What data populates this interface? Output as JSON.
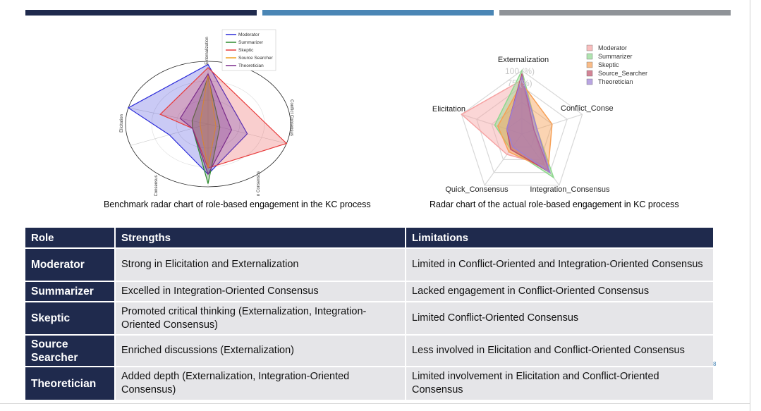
{
  "colors": {
    "navy": "#1f2a4d",
    "steel_blue": "#4a86b5",
    "gray": "#8f9398"
  },
  "charts": {
    "chart_data": [
      {
        "type": "radar",
        "axes": [
          "Externalization",
          "Conflict Consensus",
          "Integration Consensus",
          "Quick Consensus",
          "Elicitation"
        ],
        "series": [
          {
            "name": "Moderator",
            "color": "#2b2bd9",
            "values": [
              95,
              50,
              80,
              50,
              100
            ]
          },
          {
            "name": "Summarizer",
            "color": "#2e8b2e",
            "values": [
              75,
              15,
              95,
              20,
              20
            ]
          },
          {
            "name": "Skeptic",
            "color": "#e83a3a",
            "values": [
              90,
              100,
              70,
              20,
              60
            ]
          },
          {
            "name": "Source Searcher",
            "color": "#f0a020",
            "values": [
              80,
              10,
              70,
              10,
              10
            ]
          },
          {
            "name": "Theoretician",
            "color": "#7a2a8a",
            "values": [
              80,
              30,
              80,
              20,
              35
            ]
          }
        ],
        "fill_alpha": 0.25,
        "legend_placement": "top"
      },
      {
        "type": "radar",
        "axis_labels": [
          "Externalization",
          "Conflict_Conse",
          "Integration_Consensus",
          "Quick_Consensus",
          "Elicitation"
        ],
        "radial_tick_labels": [
          "100 (%)",
          "75 (%)"
        ],
        "series": [
          {
            "name": "Moderator",
            "color": "#f6a3a3",
            "values": [
              85,
              20,
              60,
              40,
              100
            ]
          },
          {
            "name": "Summarizer",
            "color": "#8ed98e",
            "values": [
              100,
              25,
              85,
              30,
              45
            ]
          },
          {
            "name": "Skeptic",
            "color": "#f7a055",
            "values": [
              80,
              50,
              70,
              35,
              40
            ]
          },
          {
            "name": "Source_Searcher",
            "color": "#c0506a",
            "values": [
              95,
              20,
              75,
              30,
              25
            ]
          },
          {
            "name": "Theoretician",
            "color": "#9b7fd6",
            "values": [
              90,
              25,
              75,
              25,
              25
            ]
          }
        ],
        "fill_alpha": 0.45,
        "legend_placement": "top-right"
      }
    ]
  },
  "captions": {
    "benchmark": "Benchmark radar chart of role-based engagement in the KC process",
    "actual": "Radar chart of the actual role-based engagement in KC process"
  },
  "table": {
    "headers": [
      "Role",
      "Strengths",
      "Limitations"
    ],
    "rows": [
      {
        "role": "Moderator",
        "strength": "Strong in Elicitation and Externalization",
        "limitation": "Limited in Conflict-Oriented and Integration-Oriented Consensus"
      },
      {
        "role": "Summarizer",
        "strength": "Excelled in Integration-Oriented Consensus",
        "limitation": "Lacked engagement in Conflict-Oriented Consensus"
      },
      {
        "role": "Skeptic",
        "strength": "Promoted critical thinking (Externalization, Integration-Oriented Consensus)",
        "limitation": "Limited Conflict-Oriented Consensus"
      },
      {
        "role": "Source Searcher",
        "strength": "Enriched discussions (Externalization)",
        "limitation": "Less involved in Elicitation and Conflict-Oriented Consensus"
      },
      {
        "role": "Theoretician",
        "strength": "Added depth (Externalization, Integration-Oriented Consensus)",
        "limitation": "Limited involvement in Elicitation and Conflict-Oriented Consensus"
      }
    ]
  },
  "page_number": "8"
}
